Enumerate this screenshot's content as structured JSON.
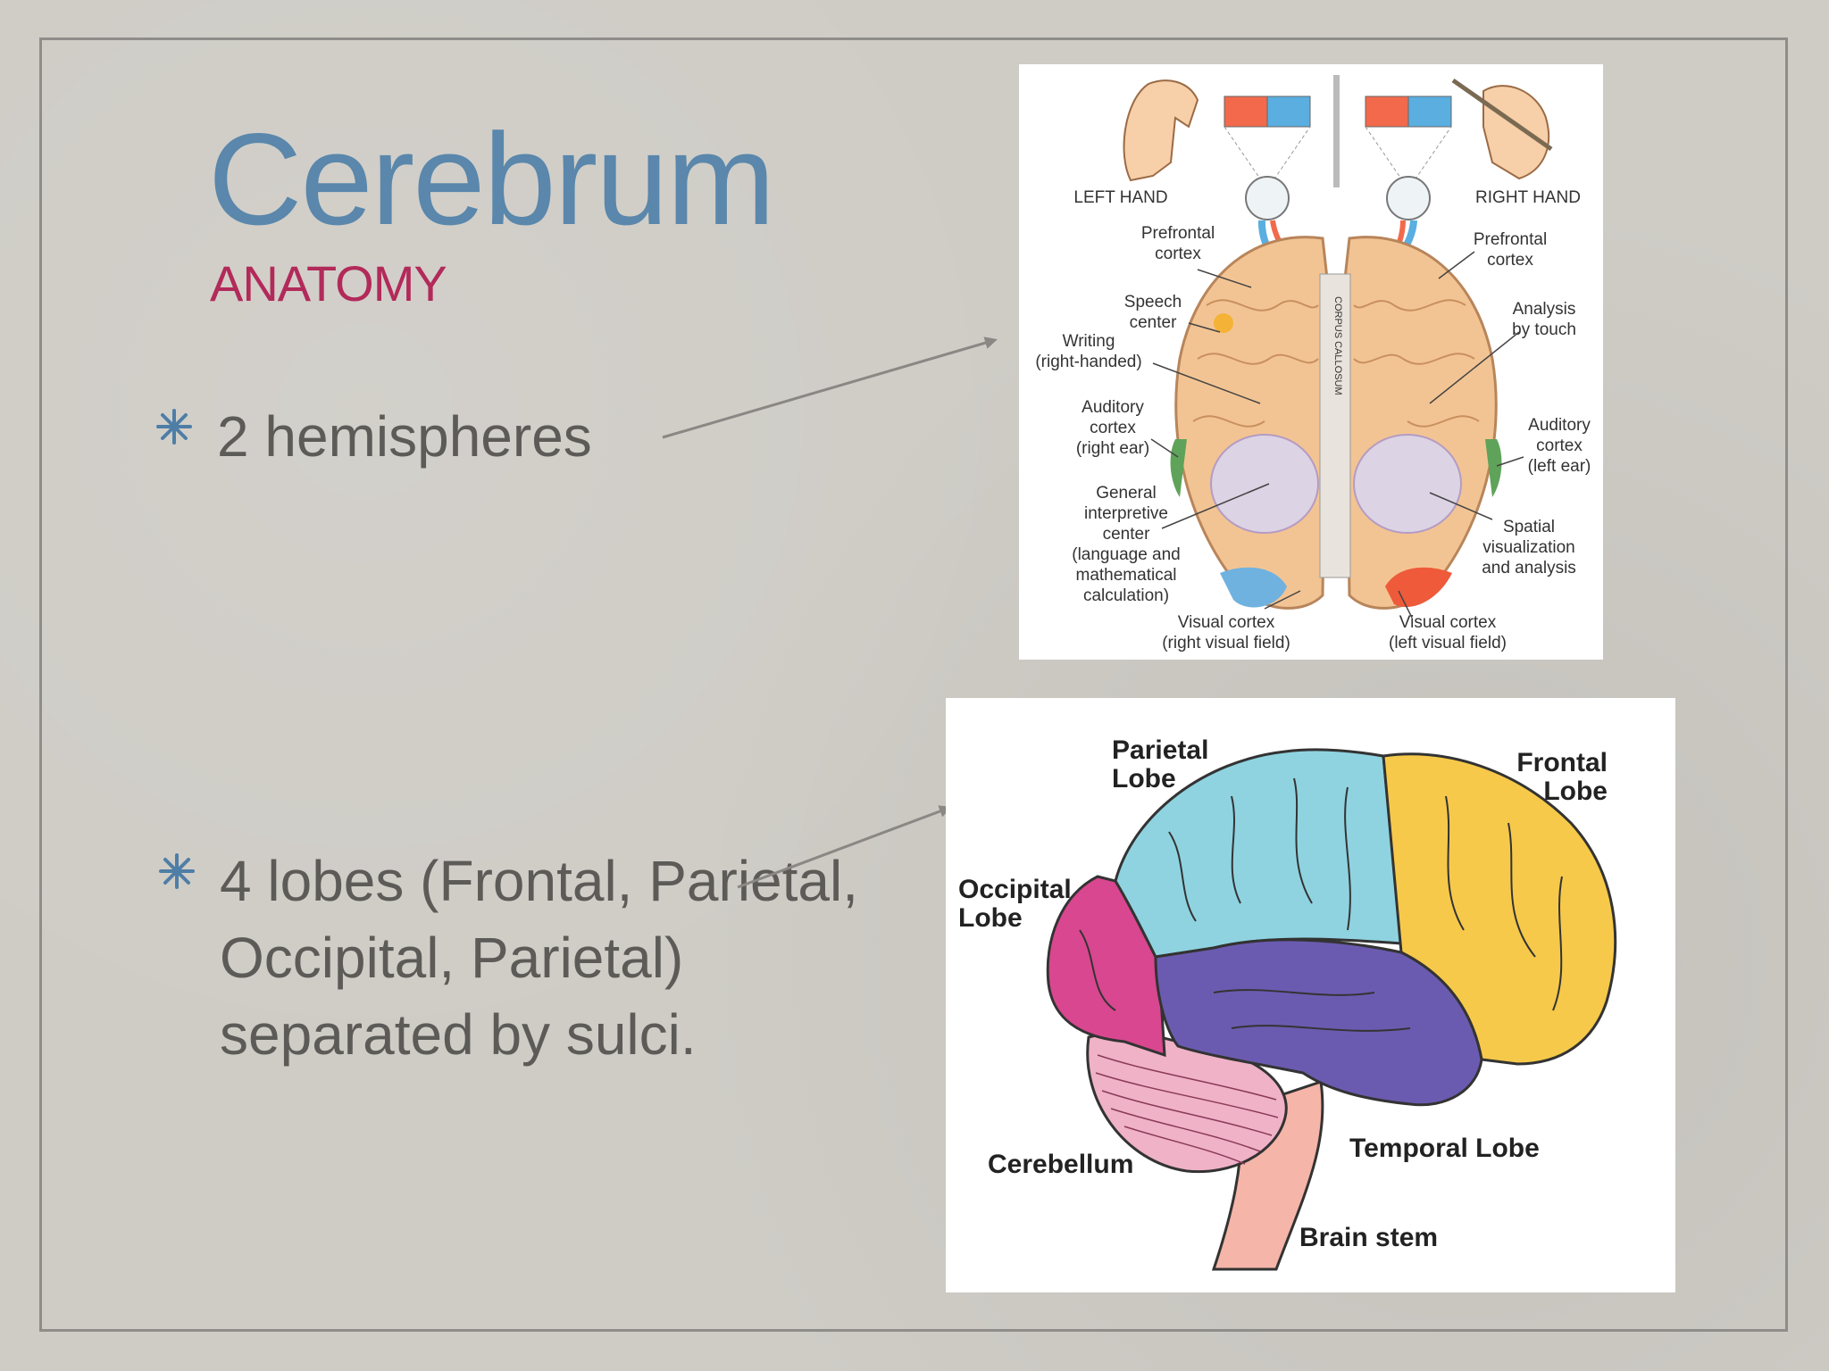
{
  "slide": {
    "title": "Cerebrum",
    "subtitle": "ANATOMY",
    "bullets": [
      "2 hemispheres",
      "4 lobes (Frontal, Parietal, Occipital, Parietal) separated by sulci."
    ]
  },
  "hemisphere_figure": {
    "left_hand": "LEFT HAND",
    "right_hand": "RIGHT HAND",
    "left_labels": {
      "prefrontal_1": "Prefrontal",
      "prefrontal_2": "cortex",
      "speech_1": "Speech",
      "speech_2": "center",
      "writing_1": "Writing",
      "writing_2": "(right-handed)",
      "auditory_1": "Auditory",
      "auditory_2": "cortex",
      "auditory_3": "(right ear)",
      "general_1": "General",
      "general_2": "interpretive",
      "general_3": "center",
      "general_4": "(language and",
      "general_5": "mathematical",
      "general_6": "calculation)",
      "visual_1": "Visual cortex",
      "visual_2": "(right visual field)"
    },
    "right_labels": {
      "prefrontal_1": "Prefrontal",
      "prefrontal_2": "cortex",
      "analysis_1": "Analysis",
      "analysis_2": "by touch",
      "auditory_1": "Auditory",
      "auditory_2": "cortex",
      "auditory_3": "(left ear)",
      "spatial_1": "Spatial",
      "spatial_2": "visualization",
      "spatial_3": "and analysis",
      "visual_1": "Visual cortex",
      "visual_2": "(left visual field)"
    },
    "corpus_callosum": "CORPUS CALLOSUM"
  },
  "lobes_figure": {
    "parietal_1": "Parietal",
    "parietal_2": "Lobe",
    "frontal_1": "Frontal",
    "frontal_2": "Lobe",
    "occipital_1": "Occipital",
    "occipital_2": "Lobe",
    "temporal": "Temporal Lobe",
    "cerebellum": "Cerebellum",
    "brain_stem": "Brain stem"
  },
  "colors": {
    "title": "#5a87ab",
    "subtitle": "#b22a5a",
    "bullet_star": "#4e7ea6",
    "frontal": "#f6c94a",
    "parietal": "#8fd3e0",
    "occipital": "#d8478f",
    "temporal": "#6b5bb0",
    "cerebellum": "#f0b2c6",
    "brain_stem": "#f5b5a8"
  }
}
